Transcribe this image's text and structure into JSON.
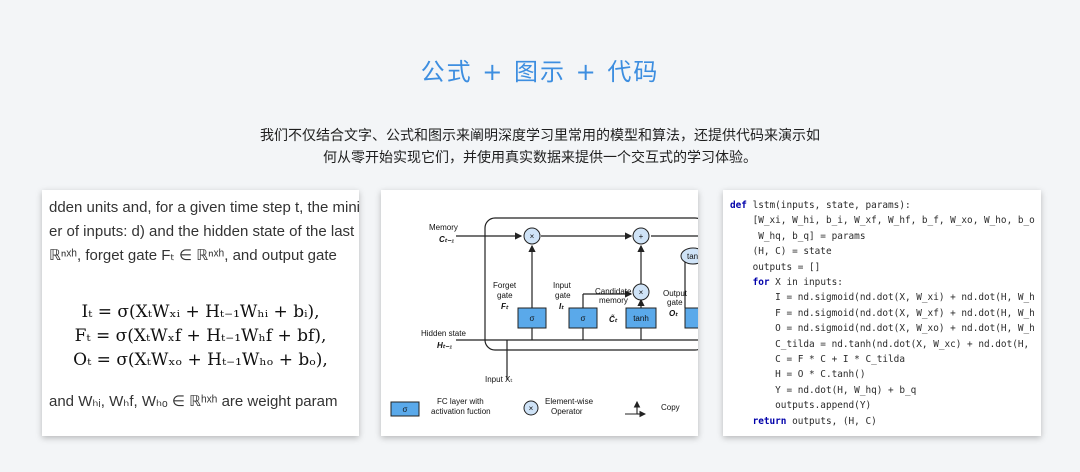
{
  "heading": "公式 + 图示 + 代码",
  "intro": {
    "line1": "我们不仅结合文字、公式和图示来阐明深度学习里常用的模型和算法，还提供代码来演示如",
    "line2": "何从零开始实现它们，并使用真实数据来提供一个交互式的学习体验。"
  },
  "formula_card": {
    "text1": "dden units and, for a given time step t, the mini-",
    "text2": "er of inputs: d)  and the hidden state of the last",
    "text3": "ℝⁿˣʰ, forget gate Fₜ ∈ ℝⁿˣʰ, and output gate",
    "eq1": "Iₜ = σ(XₜWₓᵢ + Hₜ₋₁Wₕᵢ + bᵢ),",
    "eq2": "Fₜ = σ(XₜWₓf + Hₜ₋₁Wₕf + bf),",
    "eq3": "Oₜ = σ(XₜWₓₒ + Hₜ₋₁Wₕₒ + bₒ),",
    "text4": "and Wₕᵢ, Wₕf, Wₕₒ ∈ ℝʰˣʰ are weight param"
  },
  "diagram_card": {
    "memory": "Memory",
    "memory_sym": "Cₜ₋₁",
    "forget_gate": [
      "Forget",
      "gate",
      "Fₜ"
    ],
    "input_gate": [
      "Input",
      "gate",
      "Iₜ"
    ],
    "candidate": [
      "Candidate",
      "memory",
      "C̃ₜ"
    ],
    "output_gate": [
      "Output",
      "gate",
      "Oₜ"
    ],
    "hidden_state": "Hidden state",
    "hidden_sym": "Hₜ₋₁",
    "input": "Input Xₜ",
    "sigma": "σ",
    "tanh": "tanh",
    "tanh_partial": "tan",
    "times": "×",
    "plus": "+",
    "legend_fc": [
      "FC layer with",
      "activation fuction"
    ],
    "legend_op": [
      "Element-wise",
      "Operator"
    ],
    "legend_copy": "Copy"
  },
  "code_card": {
    "lines": [
      "def lstm(inputs, state, params):",
      "    [W_xi, W_hi, b_i, W_xf, W_hf, b_f, W_xo, W_ho, b_o",
      "     W_hq, b_q] = params",
      "    (H, C) = state",
      "    outputs = []",
      "    for X in inputs:",
      "        I = nd.sigmoid(nd.dot(X, W_xi) + nd.dot(H, W_h",
      "        F = nd.sigmoid(nd.dot(X, W_xf) + nd.dot(H, W_h",
      "        O = nd.sigmoid(nd.dot(X, W_xo) + nd.dot(H, W_h",
      "        C_tilda = nd.tanh(nd.dot(X, W_xc) + nd.dot(H,",
      "        C = F * C + I * C_tilda",
      "        H = O * C.tanh()",
      "        Y = nd.dot(H, W_hq) + b_q",
      "        outputs.append(Y)",
      "    return outputs, (H, C)"
    ]
  },
  "colors": {
    "accent": "#3d8ee0",
    "gate_fill": "#5aa9ea",
    "op_fill": "#cfe3f7"
  }
}
